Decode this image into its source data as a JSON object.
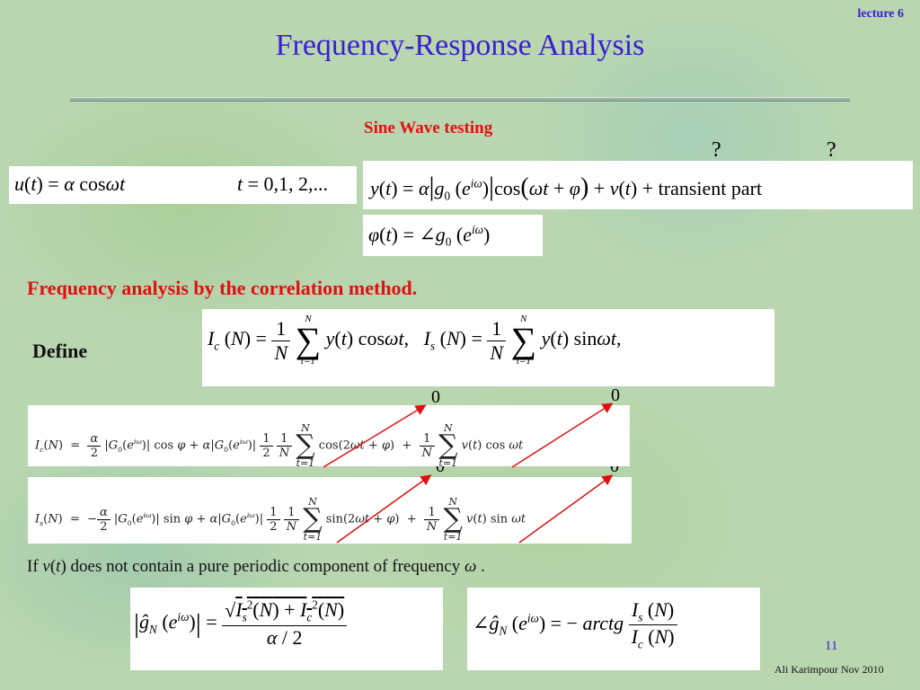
{
  "header": {
    "lecture": "lecture 6",
    "title": "Frequency-Response Analysis"
  },
  "section": {
    "sine_wave_testing": "Sine Wave testing",
    "q1": "?",
    "q2": "?"
  },
  "correlation": {
    "heading": "Frequency analysis by the correlation method.",
    "define": "Define"
  },
  "zeros": {
    "z1": "0",
    "z2": "0",
    "z3": "0",
    "z4": "0"
  },
  "note": {
    "prefix": "If ",
    "v": "v",
    "t": "t",
    "middle": " does not contain a pure periodic component of frequency ",
    "omega": "ω",
    "suffix": " ."
  },
  "footer": {
    "page": "11",
    "author": "Ali Karimpour  Nov 2010"
  },
  "colors": {
    "title": "#3a1fd0",
    "red": "#e01010",
    "divider": "#8aa89a"
  }
}
